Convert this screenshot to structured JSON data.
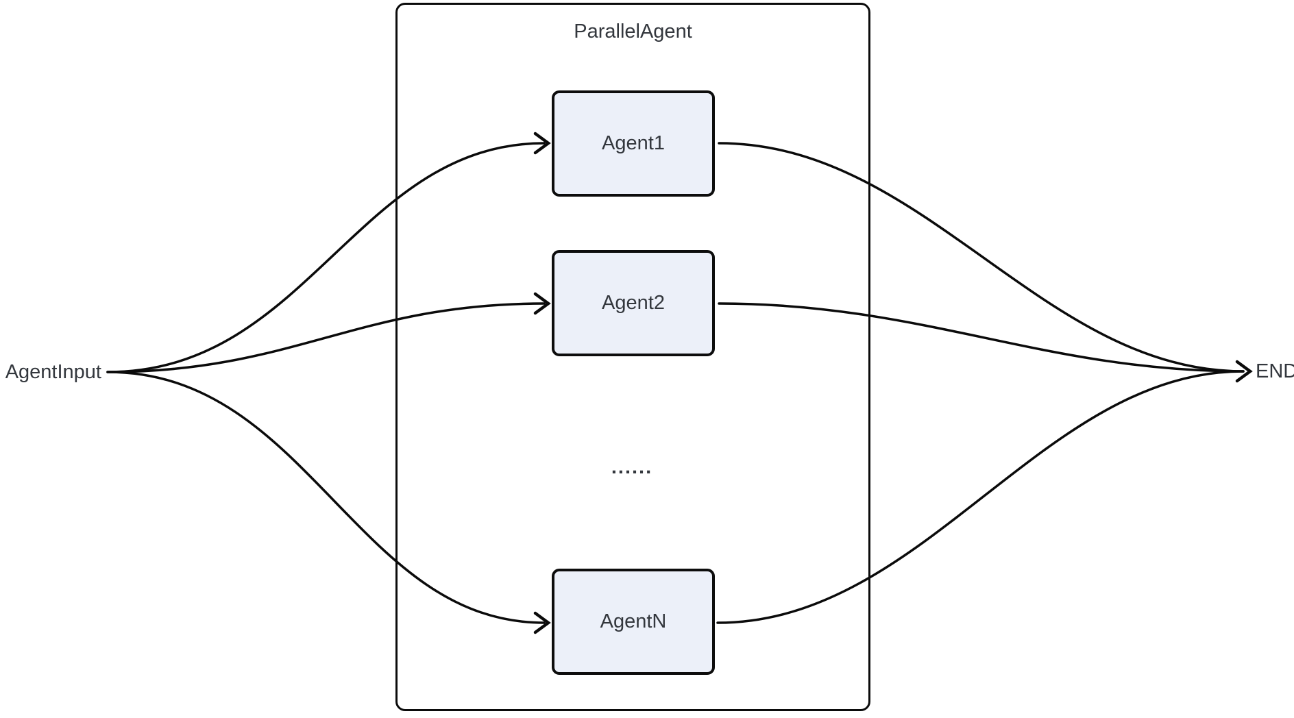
{
  "diagram": {
    "title": "ParallelAgent",
    "input_label": "AgentInput",
    "end_label": "END",
    "nodes": [
      {
        "id": "agent1",
        "label": "Agent1"
      },
      {
        "id": "agent2",
        "label": "Agent2"
      },
      {
        "id": "agentN",
        "label": "AgentN"
      }
    ],
    "ellipsis": "......",
    "edges": [
      {
        "from": "AgentInput",
        "to": "Agent1"
      },
      {
        "from": "AgentInput",
        "to": "Agent2"
      },
      {
        "from": "AgentInput",
        "to": "AgentN"
      },
      {
        "from": "Agent1",
        "to": "END"
      },
      {
        "from": "Agent2",
        "to": "END"
      },
      {
        "from": "AgentN",
        "to": "END"
      }
    ]
  },
  "colors": {
    "canvas": "#ffffff",
    "node_fill": "#ecf0f9",
    "node_border": "#0d0d0d",
    "container_border": "#0b0b0b",
    "edge": "#0b0b0b",
    "text": "#33373d"
  }
}
